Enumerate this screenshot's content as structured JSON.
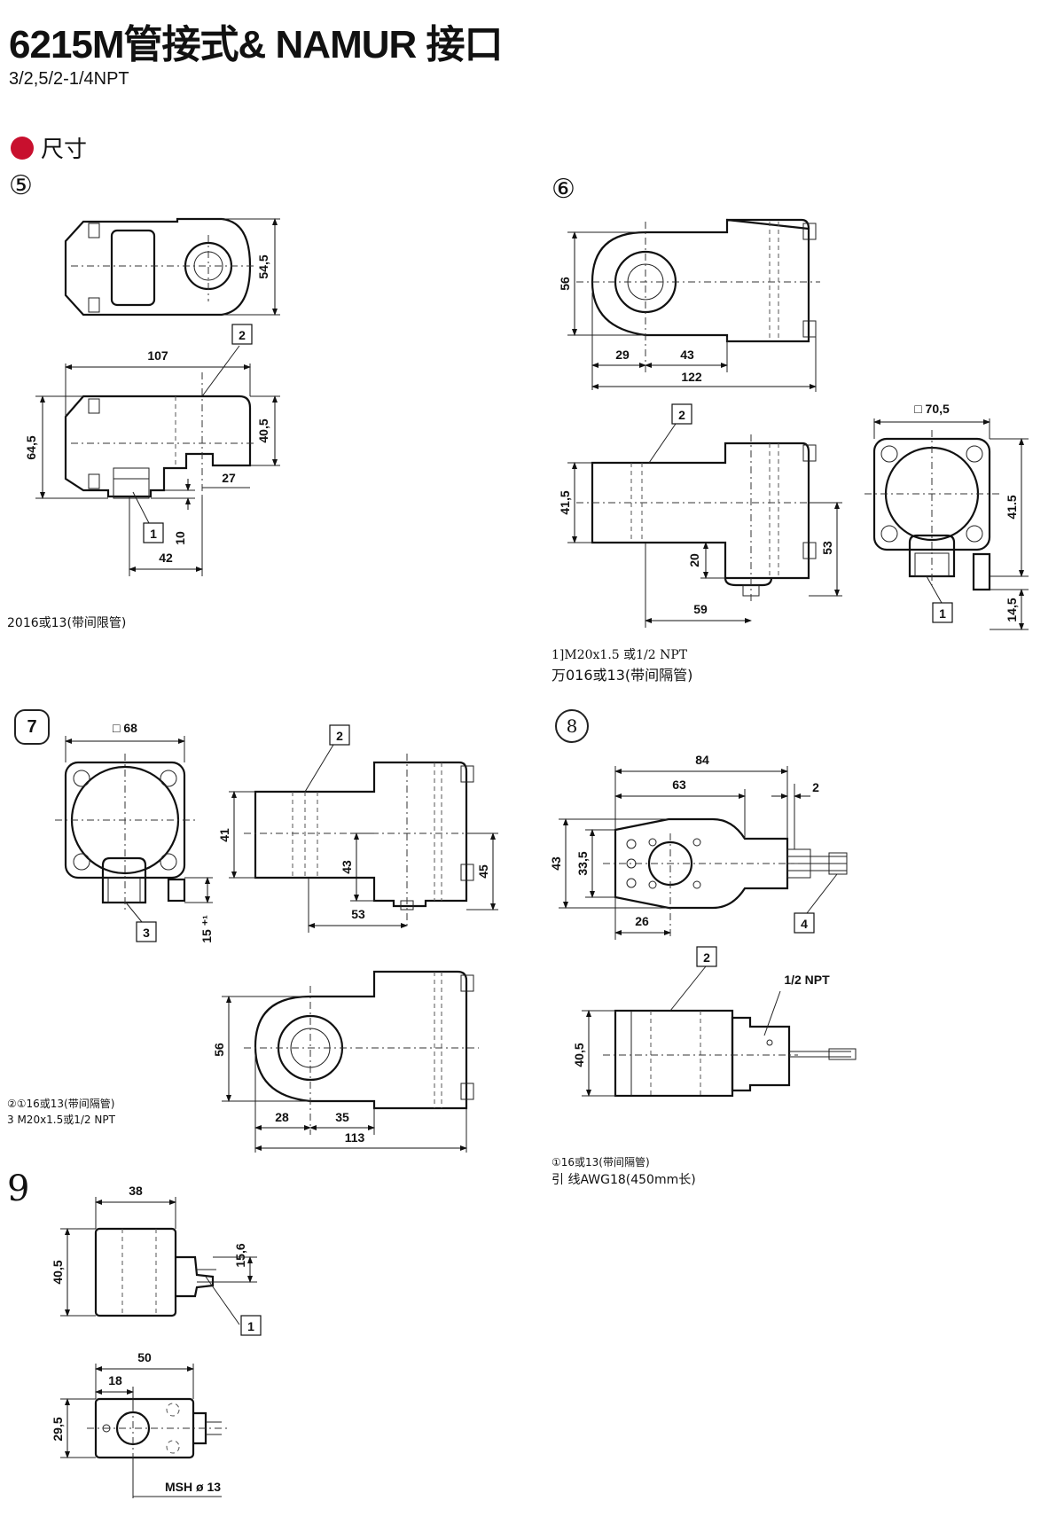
{
  "header": {
    "title": "6215M管接式& NAMUR 接口",
    "subtitle": "3/2,5/2-1/4NPT",
    "section_label": "尺寸"
  },
  "colors": {
    "section_dot": "#c8102e"
  },
  "figures": {
    "f5": {
      "number": "⑤",
      "dims": [
        "54,5",
        "107",
        "64,5",
        "40,5",
        "27",
        "10",
        "42"
      ],
      "callouts": [
        "2",
        "1"
      ],
      "note_line1": "2016或13(带间限管)"
    },
    "f6": {
      "number": "⑥",
      "dims": [
        "56",
        "29",
        "43",
        "122",
        "□ 70,5",
        "41,5",
        "20",
        "53",
        "59",
        "41.5",
        "14,5"
      ],
      "callouts": [
        "2",
        "1"
      ],
      "note_line1": "1]M20x1.5 或1/2 NPT",
      "note_line2": "万016或13(带间隔管)"
    },
    "f7": {
      "number": "7",
      "dims": [
        "□ 68",
        "41",
        "43",
        "45",
        "53",
        "15 ⁺¹",
        "56",
        "28",
        "35",
        "113"
      ],
      "callouts": [
        "2",
        "3"
      ],
      "note_line1": "②①16或13(带间隔管)",
      "note_line2": "3  M20x1.5或1/2 NPT"
    },
    "f8": {
      "number": "8",
      "dims": [
        "84",
        "63",
        "2",
        "43",
        "33,5",
        "26",
        "40,5",
        "1/2 NPT"
      ],
      "callouts": [
        "4",
        "2"
      ],
      "note_line1": "①16或13(带间隔管)",
      "note_line2": "引  线AWG18(450mm长)"
    },
    "f9": {
      "number": "9",
      "dims": [
        "38",
        "15,6",
        "40,5",
        "50",
        "18",
        "29,5",
        "MSH ø 13"
      ],
      "callouts": [
        "1"
      ]
    }
  }
}
